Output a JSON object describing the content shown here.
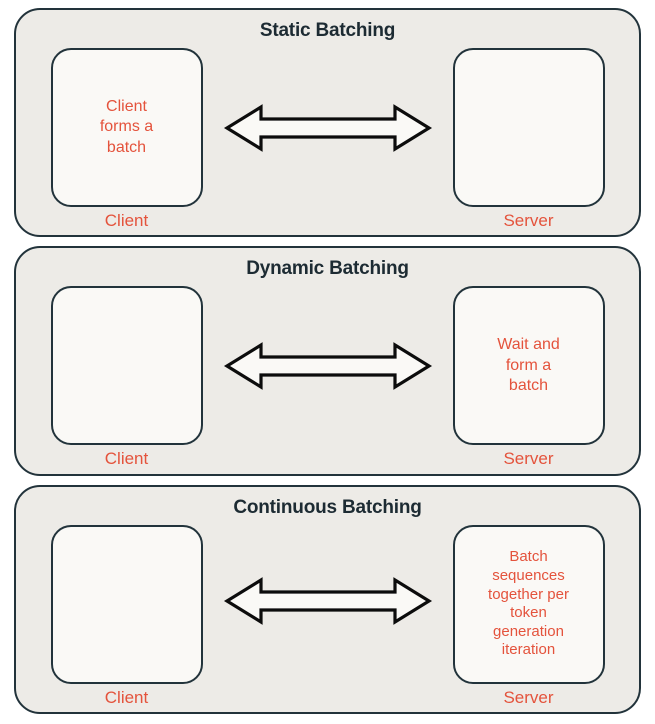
{
  "diagram": {
    "title_semantic": "LLM batching strategies comparison",
    "colors": {
      "panel_background": "#edebe7",
      "panel_border": "#22333b",
      "node_background": "#faf9f6",
      "node_border": "#22333b",
      "title_text": "#1d2b33",
      "accent_text": "#e4533c",
      "page_background": "#ffffff"
    },
    "client_label": "Client",
    "server_label": "Server",
    "arrow_icon": "double-headed-horizontal-arrow"
  },
  "panels": [
    {
      "id": "static-batching",
      "title": "Static Batching",
      "client": {
        "label": "Client",
        "text": "Client\nforms a\nbatch"
      },
      "server": {
        "label": "Server",
        "text": ""
      }
    },
    {
      "id": "dynamic-batching",
      "title": "Dynamic Batching",
      "client": {
        "label": "Client",
        "text": ""
      },
      "server": {
        "label": "Server",
        "text": "Wait and\nform a\nbatch"
      }
    },
    {
      "id": "continuous-batching",
      "title": "Continuous Batching",
      "client": {
        "label": "Client",
        "text": ""
      },
      "server": {
        "label": "Server",
        "text": "Batch\nsequences\ntogether per\ntoken\ngeneration\niteration"
      }
    }
  ]
}
